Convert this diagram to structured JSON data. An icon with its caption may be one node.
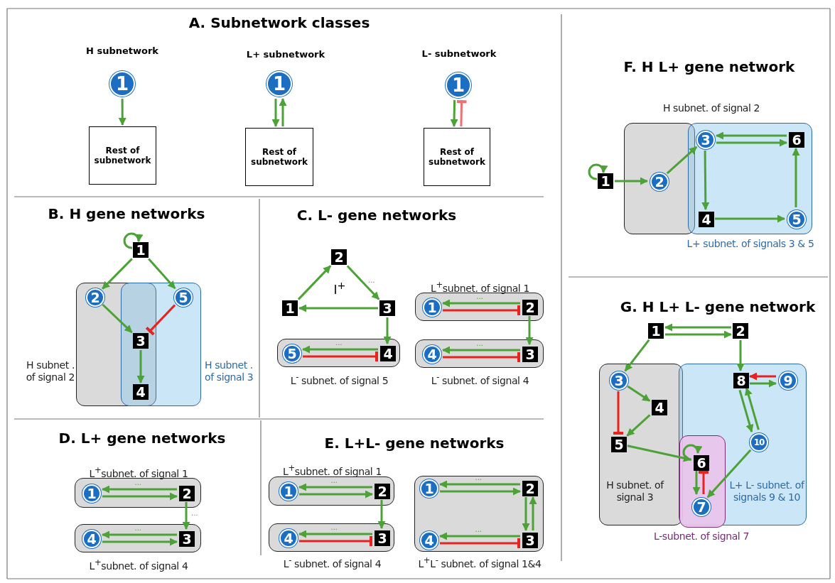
{
  "diagram": {
    "nodes": [
      {
        "text": [
          "1"
        ]
      },
      {
        "text": [
          "Rest of subnetwork"
        ]
      },
      {
        "text": [
          "1"
        ]
      },
      {
        "text": [
          "Rest of subnetwork"
        ]
      },
      {
        "text": [
          "1"
        ]
      },
      {
        "text": [
          "Rest of subnetwork"
        ]
      },
      {
        "text": [
          "1"
        ]
      },
      {
        "text": [
          "H subnet . of signal 2"
        ]
      },
      {
        "text": [
          "H subnet . of signal 3"
        ]
      },
      {
        "text": [
          "2"
        ],
        "in": 7
      },
      {
        "text": [
          "5"
        ],
        "in": 8
      },
      {
        "text": [
          "3"
        ]
      },
      {
        "text": [
          "4"
        ]
      },
      {
        "text": [
          "2"
        ]
      },
      {
        "text": [
          "1"
        ]
      },
      {
        "text": [
          "3"
        ]
      },
      {
        "text": [
          "L$^{-}$ subnet. of signal 5"
        ]
      },
      {
        "text": [
          "5"
        ],
        "in": 16
      },
      {
        "text": [
          "4"
        ],
        "in": 16
      },
      {
        "text": [
          "L$^{+}$subnet. of signal 1"
        ]
      },
      {
        "text": [
          "1"
        ],
        "in": 19
      },
      {
        "text": [
          "2"
        ],
        "in": 19
      },
      {
        "text": [
          "L$^{-}$ subnet. of signal 4"
        ]
      },
      {
        "text": [
          "4"
        ],
        "in": 22
      },
      {
        "text": [
          "3"
        ],
        "in": 22
      },
      {
        "text": [
          "L$^{+}$subnet. of signal 1"
        ]
      },
      {
        "text": [
          "1"
        ],
        "in": 25
      },
      {
        "text": [
          "2"
        ],
        "in": 25
      },
      {
        "text": [
          "L$^{+}$subnet. of signal 4"
        ]
      },
      {
        "text": [
          "4"
        ],
        "in": 28
      },
      {
        "text": [
          "3"
        ],
        "in": 28
      },
      {
        "text": [
          "L$^{+}$subnet. of signal 1"
        ]
      },
      {
        "text": [
          "1"
        ],
        "in": 31
      },
      {
        "text": [
          "2"
        ],
        "in": 31
      },
      {
        "text": [
          "L$^{-}$ subnet. of signal 4"
        ]
      },
      {
        "text": [
          "4"
        ],
        "in": 34
      },
      {
        "text": [
          "3"
        ],
        "in": 34
      },
      {
        "text": [
          "L$^{+}$L$^{-}$ subnet. of signal 1&4"
        ]
      },
      {
        "text": [
          "1"
        ],
        "in": 37
      },
      {
        "text": [
          "2"
        ],
        "in": 37
      },
      {
        "text": [
          "4"
        ],
        "in": 37
      },
      {
        "text": [
          "3"
        ],
        "in": 37
      },
      {
        "text": [
          "1"
        ]
      },
      {
        "text": [
          "H subnet. of signal 2"
        ]
      },
      {
        "text": [
          "L+ subnet. of signals 3 & 5"
        ]
      },
      {
        "text": [
          "2"
        ],
        "in": 43
      },
      {
        "text": [
          "3"
        ],
        "in": 44
      },
      {
        "text": [
          "6"
        ],
        "in": 44
      },
      {
        "text": [
          "4"
        ],
        "in": 44
      },
      {
        "text": [
          "5"
        ],
        "in": 44
      },
      {
        "text": [
          "1"
        ]
      },
      {
        "text": [
          "2"
        ]
      },
      {
        "text": [
          "H subnet. of signal 3"
        ]
      },
      {
        "text": [
          "L+ L- subnet. of signals 9 & 10"
        ]
      },
      {
        "text": [
          "L-subnet. of signal 7"
        ],
        "in": 53
      },
      {
        "text": [
          "3"
        ],
        "in": 52
      },
      {
        "text": [
          "4"
        ],
        "in": 52
      },
      {
        "text": [
          "5"
        ],
        "in": 52
      },
      {
        "text": [
          "6"
        ],
        "in": 54
      },
      {
        "text": [
          "7"
        ],
        "in": 54
      },
      {
        "text": [
          "8"
        ],
        "in": 53
      },
      {
        "text": [
          "9"
        ],
        "in": 53
      },
      {
        "text": [
          "10"
        ],
        "in": 53
      }
    ],
    "edges": [
      {
        "from": 0,
        "to": 1,
        "arrow": "to"
      },
      {
        "from": 2,
        "to": 3,
        "arrow": "to"
      },
      {
        "from": 3,
        "to": 2,
        "arrow": "to"
      },
      {
        "from": 4,
        "to": 5,
        "arrow": "to"
      },
      {
        "from": 5,
        "to": 4,
        "arrow": "other",
        "color": "#f07070"
      },
      {
        "from": 6,
        "to": 6,
        "arrow": "to"
      },
      {
        "from": 6,
        "to": 9,
        "arrow": "to"
      },
      {
        "from": 6,
        "to": 10,
        "arrow": "to"
      },
      {
        "from": 9,
        "to": 11,
        "arrow": "to"
      },
      {
        "from": 10,
        "to": 11,
        "arrow": "other",
        "color": "#e8231f"
      },
      {
        "from": 11,
        "to": 12,
        "arrow": "to"
      },
      {
        "from": 14,
        "to": 13,
        "arrow": "to"
      },
      {
        "from": 13,
        "to": 15,
        "arrow": "to",
        "label": "..."
      },
      {
        "from": 15,
        "to": 14,
        "arrow": "to"
      },
      {
        "from": 15,
        "to": 18,
        "arrow": "to"
      },
      {
        "from": 18,
        "to": 17,
        "arrow": "to",
        "label": "..."
      },
      {
        "from": 17,
        "to": 18,
        "arrow": "other",
        "color": "#e8231f"
      },
      {
        "from": 21,
        "to": 20,
        "arrow": "to",
        "label": "..."
      },
      {
        "from": 20,
        "to": 21,
        "arrow": "other",
        "color": "#e8231f"
      },
      {
        "from": 21,
        "to": 24,
        "arrow": "to"
      },
      {
        "from": 24,
        "to": 23,
        "arrow": "to",
        "label": "..."
      },
      {
        "from": 23,
        "to": 24,
        "arrow": "other",
        "color": "#e8231f"
      },
      {
        "from": 27,
        "to": 26,
        "arrow": "to",
        "label": "..."
      },
      {
        "from": 26,
        "to": 27,
        "arrow": "to"
      },
      {
        "from": 30,
        "to": 29,
        "arrow": "to",
        "label": "..."
      },
      {
        "from": 29,
        "to": 30,
        "arrow": "to"
      },
      {
        "from": 27,
        "to": 30,
        "arrow": "to",
        "label": "..."
      },
      {
        "from": 33,
        "to": 32,
        "arrow": "to",
        "label": "..."
      },
      {
        "from": 32,
        "to": 33,
        "arrow": "to"
      },
      {
        "from": 36,
        "to": 35,
        "arrow": "to",
        "label": "..."
      },
      {
        "from": 35,
        "to": 36,
        "arrow": "other",
        "color": "#e8231f"
      },
      {
        "from": 33,
        "to": 36,
        "arrow": "to"
      },
      {
        "from": 39,
        "to": 38,
        "arrow": "to",
        "label": "..."
      },
      {
        "from": 38,
        "to": 39,
        "arrow": "to"
      },
      {
        "from": 39,
        "to": 41,
        "arrow": "to"
      },
      {
        "from": 41,
        "to": 39,
        "arrow": "to"
      },
      {
        "from": 41,
        "to": 40,
        "arrow": "to",
        "label": "..."
      },
      {
        "from": 40,
        "to": 41,
        "arrow": "other",
        "color": "#e8231f"
      },
      {
        "from": 42,
        "to": 42,
        "arrow": "to"
      },
      {
        "from": 42,
        "to": 45,
        "arrow": "to"
      },
      {
        "from": 45,
        "to": 46,
        "arrow": "to"
      },
      {
        "from": 46,
        "to": 47,
        "arrow": "to"
      },
      {
        "from": 47,
        "to": 46,
        "arrow": "to"
      },
      {
        "from": 46,
        "to": 48,
        "arrow": "to"
      },
      {
        "from": 48,
        "to": 49,
        "arrow": "to"
      },
      {
        "from": 49,
        "to": 47,
        "arrow": "to"
      },
      {
        "from": 50,
        "to": 51,
        "arrow": "to"
      },
      {
        "from": 51,
        "to": 50,
        "arrow": "to"
      },
      {
        "from": 50,
        "to": 55,
        "arrow": "to"
      },
      {
        "from": 51,
        "to": 60,
        "arrow": "to"
      },
      {
        "from": 60,
        "to": 61,
        "arrow": "to"
      },
      {
        "from": 61,
        "to": 60,
        "arrow": "to",
        "color": "#e8231f"
      },
      {
        "from": 55,
        "to": 56,
        "arrow": "to"
      },
      {
        "from": 56,
        "to": 57,
        "arrow": "to"
      },
      {
        "from": 55,
        "to": 57,
        "arrow": "other",
        "color": "#e8231f"
      },
      {
        "from": 57,
        "to": 58,
        "arrow": "to"
      },
      {
        "from": 58,
        "to": 58,
        "arrow": "to"
      },
      {
        "from": 58,
        "to": 59,
        "arrow": "to"
      },
      {
        "from": 59,
        "to": 58,
        "arrow": "other",
        "color": "#e8231f"
      },
      {
        "from": 60,
        "to": 62,
        "arrow": "to"
      },
      {
        "from": 62,
        "to": 60,
        "arrow": "to"
      },
      {
        "from": 62,
        "to": 59,
        "arrow": "to"
      }
    ],
    "labels": [
      "A. Subnetwork classes",
      "H subnetwork",
      "L+ subnetwork",
      "L- subnetwork",
      "B. H gene networks",
      "C. L- gene networks",
      "I$^{+}$",
      "D. L+ gene networks",
      "E. L+L- gene networks",
      "F. H L+ gene network",
      "G. H L+ L- gene network"
    ]
  }
}
